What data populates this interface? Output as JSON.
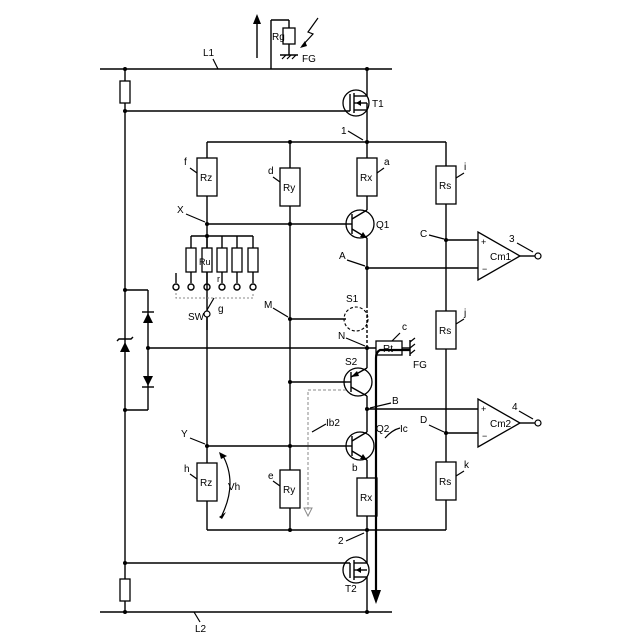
{
  "lines": {
    "L1": "L1",
    "L2": "L2"
  },
  "nodes": {
    "n1": "1",
    "n2": "2",
    "n3": "3",
    "n4": "4",
    "X": "X",
    "Y": "Y",
    "M": "M",
    "N": "N",
    "A": "A",
    "B": "B",
    "C": "C",
    "D": "D"
  },
  "refs": {
    "a": "a",
    "b": "b",
    "c": "c",
    "d": "d",
    "e": "e",
    "f": "f",
    "g": "g",
    "h": "h",
    "i": "i",
    "j": "j",
    "k": "k",
    "r": "r"
  },
  "components": {
    "Rg": "Rg",
    "FG_top": "FG",
    "FG_right": "FG",
    "T1": "T1",
    "T2": "T2",
    "Q1": "Q1",
    "Q2": "Q2",
    "S1": "S1",
    "S2": "S2",
    "Rz_top": "Rz",
    "Ry_top": "Ry",
    "Rx_top": "Rx",
    "Rs_top": "Rs",
    "Ru": "Ru",
    "SW": "SW",
    "Rt": "Rt",
    "Rs_mid": "Rs",
    "Rz_bot": "Rz",
    "Ry_bot": "Ry",
    "Rx_bot": "Rx",
    "Rs_bot": "Rs",
    "Cm1": "Cm1",
    "Cm2": "Cm2",
    "Vh": "Vh",
    "Ib2": "Ib2",
    "Ic": "Ic"
  }
}
